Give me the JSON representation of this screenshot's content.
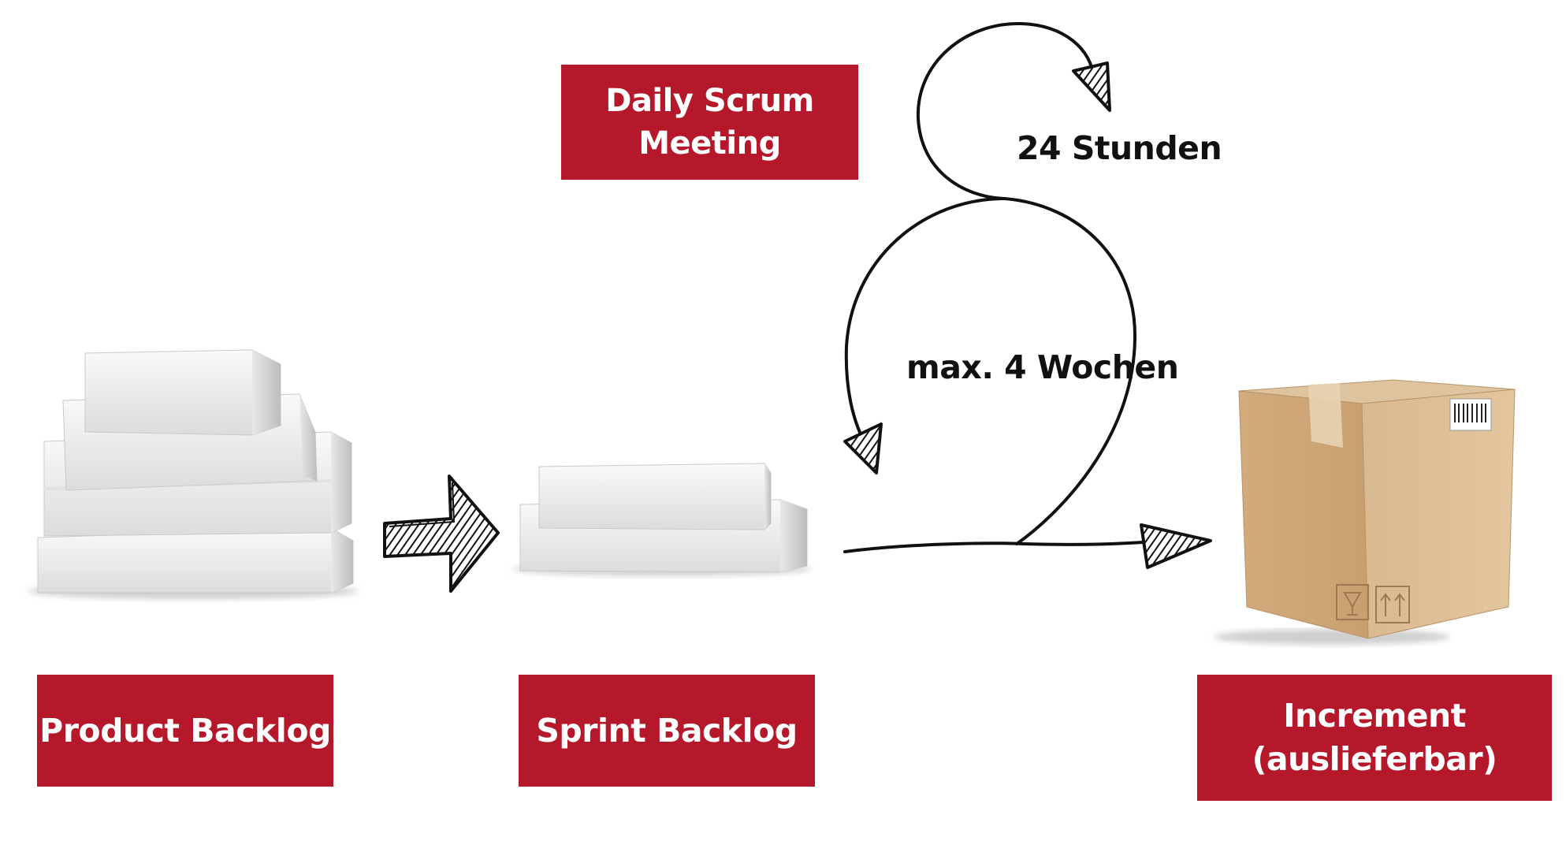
{
  "colors": {
    "box": "#b5182b",
    "box_text": "#ffffff",
    "ink": "#111111"
  },
  "labels": {
    "daily_scrum": [
      "Daily Scrum",
      "Meeting"
    ],
    "twenty_four_hours": "24 Stunden",
    "max_four_weeks": "max. 4 Wochen",
    "product_backlog": "Product Backlog",
    "sprint_backlog": "Sprint Backlog",
    "increment": [
      "Increment",
      "(auslieferbar)"
    ]
  },
  "icons": {
    "product_backlog": "book-stack-icon",
    "sprint_backlog": "book-pair-icon",
    "increment": "cardboard-box-icon",
    "flow": "hand-drawn-arrow-icon",
    "cycle": "loop-arrow-icon"
  }
}
